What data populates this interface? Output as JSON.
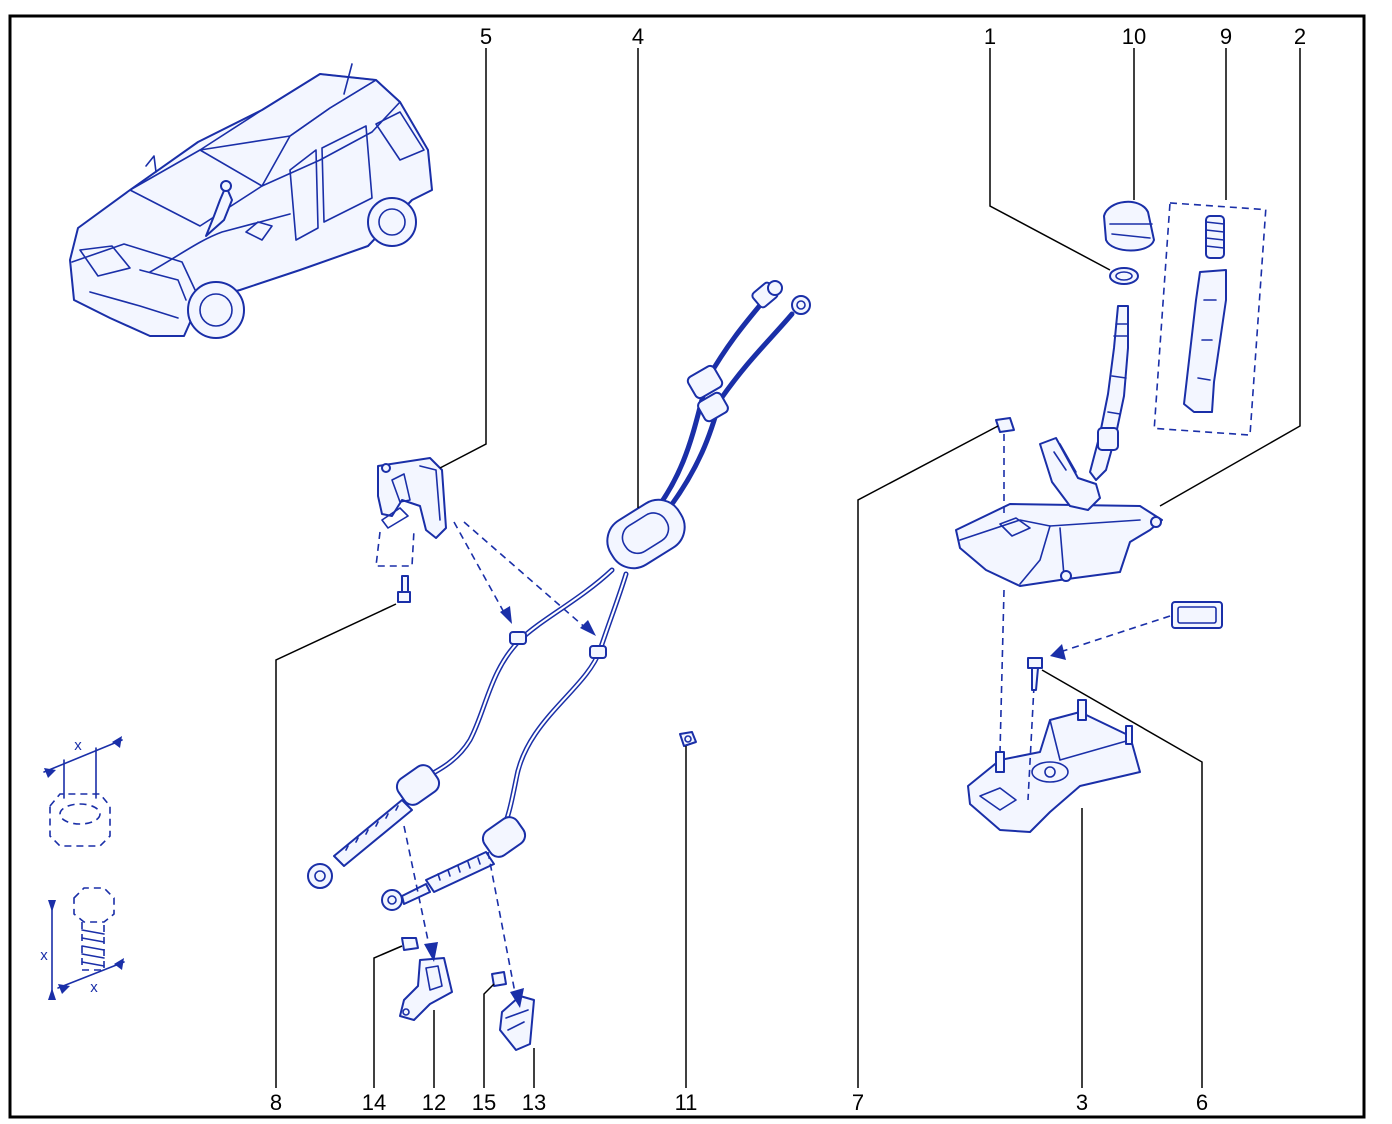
{
  "colors": {
    "line": "#1a2fa8",
    "frame": "#000000",
    "background": "#ffffff"
  },
  "callouts": {
    "c1": "1",
    "c2": "2",
    "c3": "3",
    "c4": "4",
    "c5": "5",
    "c6": "6",
    "c7": "7",
    "c8": "8",
    "c9": "9",
    "c10": "10",
    "c11": "11",
    "c12": "12",
    "c13": "13",
    "c14": "14",
    "c15": "15"
  },
  "legend": {
    "nut_dimension": "x",
    "bolt_length_dimension": "x",
    "bolt_thread_dimension": "x"
  }
}
